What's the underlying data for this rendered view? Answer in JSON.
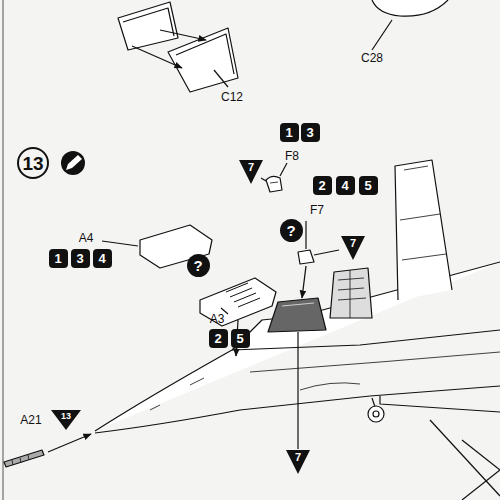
{
  "diagram": {
    "nodes": [
      {
        "text": [
          "13"
        ]
      },
      {
        "text": [
          "1"
        ]
      },
      {
        "text": [
          "3"
        ]
      },
      {
        "text": [
          "7"
        ]
      },
      {
        "text": [
          "2"
        ]
      },
      {
        "text": [
          "4"
        ]
      },
      {
        "text": [
          "5"
        ]
      },
      {
        "text": [
          "?"
        ]
      },
      {
        "text": [
          "7"
        ]
      },
      {
        "text": [
          "1"
        ]
      },
      {
        "text": [
          "3"
        ]
      },
      {
        "text": [
          "4"
        ]
      },
      {
        "text": [
          "?"
        ]
      },
      {
        "text": [
          "2"
        ]
      },
      {
        "text": [
          "5"
        ]
      },
      {
        "text": [
          "13"
        ]
      },
      {
        "text": [
          "7"
        ]
      }
    ],
    "labels": [
      "C28",
      "C12",
      "F8",
      "F7",
      "A4",
      "A3",
      "A21"
    ]
  }
}
